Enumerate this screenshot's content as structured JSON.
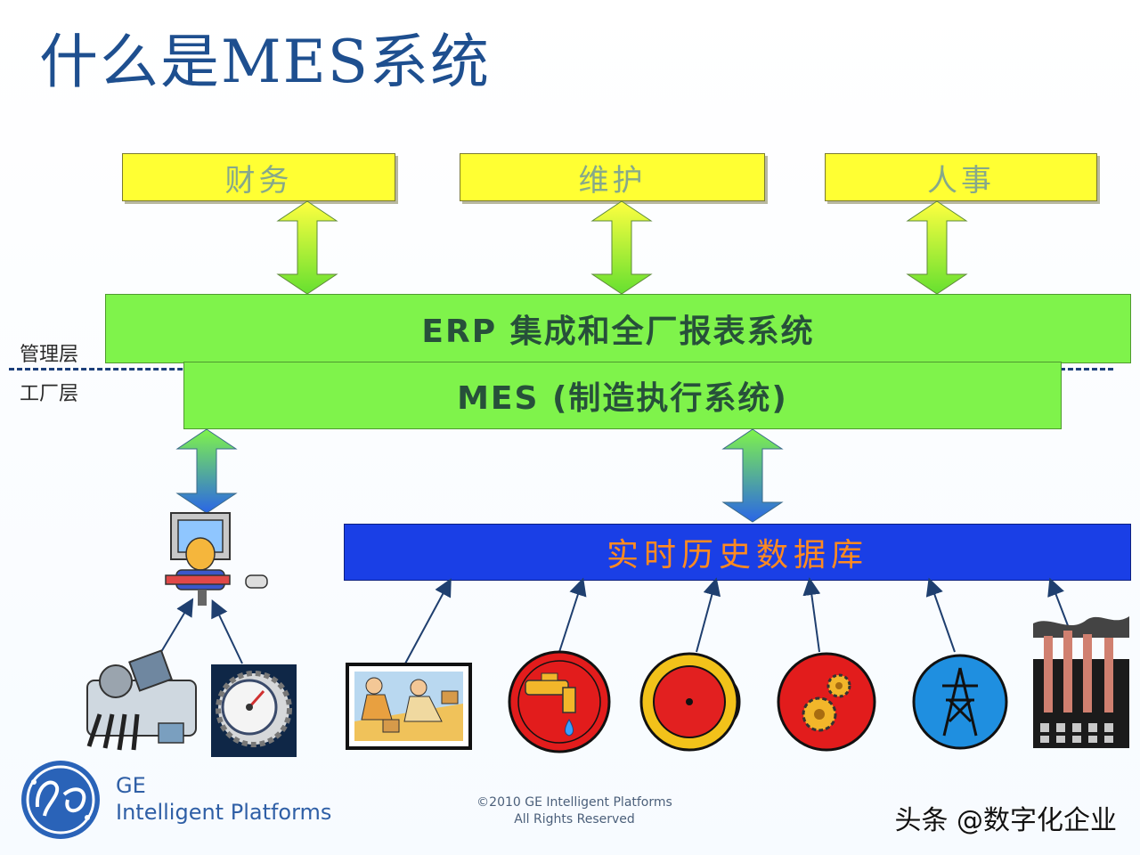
{
  "title": "什么是MES系统",
  "top_boxes": [
    "财务",
    "维护",
    "人事"
  ],
  "erp_label": "ERP 集成和全厂报表系统",
  "mes_label": "MES (制造执行系统)",
  "layer_labels": {
    "management": "管理层",
    "factory": "工厂层"
  },
  "database_label": "实时历史数据库",
  "icons": [
    "operator-computer-icon",
    "tools-instruments-icon",
    "gauge-dial-icon",
    "workers-icon",
    "water-faucet-icon",
    "alarm-bell-icon",
    "gears-icon",
    "power-tower-icon",
    "factory-icon"
  ],
  "footer": {
    "brand_short": "GE",
    "brand_long": "Intelligent Platforms",
    "copyright_line1": "©2010 GE Intelligent Platforms",
    "copyright_line2": "All Rights Reserved"
  },
  "watermark": "头条 @数字化企业",
  "colors": {
    "yellow_box": "#ffff33",
    "green_box": "#7ff34b",
    "blue_box": "#1a3fe6",
    "database_text": "#ff8a20",
    "title": "#1e4f8f"
  }
}
